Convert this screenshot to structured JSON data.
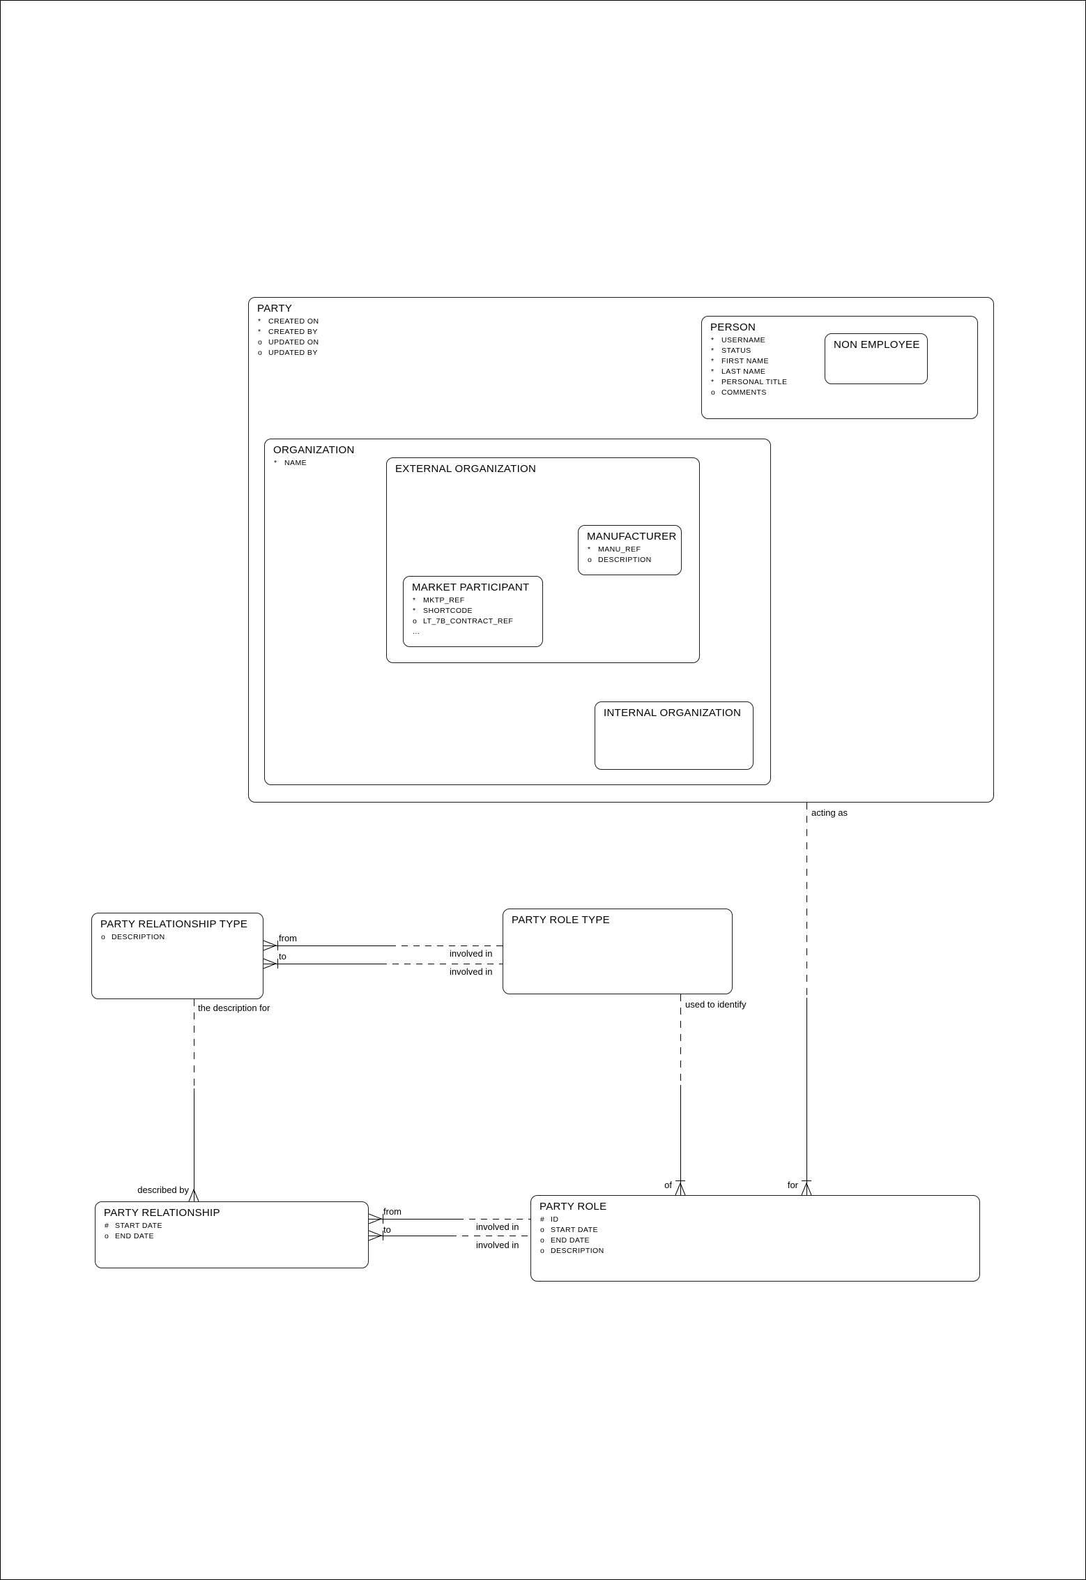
{
  "diagram": {
    "title": "Party entity relationship diagram",
    "colors": {
      "line": "#000000",
      "background": "#ffffff"
    },
    "entities": {
      "party": {
        "title": "PARTY",
        "attributes": [
          {
            "m": "*",
            "n": "CREATED ON"
          },
          {
            "m": "*",
            "n": "CREATED BY"
          },
          {
            "m": "o",
            "n": "UPDATED ON"
          },
          {
            "m": "o",
            "n": "UPDATED BY"
          }
        ]
      },
      "person": {
        "title": "PERSON",
        "attributes": [
          {
            "m": "*",
            "n": "USERNAME"
          },
          {
            "m": "*",
            "n": "STATUS"
          },
          {
            "m": "*",
            "n": "FIRST NAME"
          },
          {
            "m": "*",
            "n": "LAST NAME"
          },
          {
            "m": "*",
            "n": "PERSONAL TITLE"
          },
          {
            "m": "o",
            "n": "COMMENTS"
          }
        ]
      },
      "non_employee": {
        "title": "NON EMPLOYEE",
        "attributes": []
      },
      "organization": {
        "title": "ORGANIZATION",
        "attributes": [
          {
            "m": "*",
            "n": "NAME"
          }
        ]
      },
      "external_organization": {
        "title": "EXTERNAL ORGANIZATION",
        "attributes": []
      },
      "manufacturer": {
        "title": "MANUFACTURER",
        "attributes": [
          {
            "m": "*",
            "n": "MANU_REF"
          },
          {
            "m": "o",
            "n": "DESCRIPTION"
          }
        ]
      },
      "market_participant": {
        "title": "MARKET PARTICIPANT",
        "attributes": [
          {
            "m": "*",
            "n": "MKTP_REF"
          },
          {
            "m": "*",
            "n": "SHORTCODE"
          },
          {
            "m": "o",
            "n": "LT_7B_CONTRACT_REF"
          },
          {
            "m": "...",
            "n": ""
          }
        ]
      },
      "internal_organization": {
        "title": "INTERNAL ORGANIZATION",
        "attributes": []
      },
      "party_relationship_type": {
        "title": "PARTY RELATIONSHIP TYPE",
        "attributes": [
          {
            "m": "o",
            "n": "DESCRIPTION"
          }
        ]
      },
      "party_role_type": {
        "title": "PARTY ROLE TYPE",
        "attributes": []
      },
      "party_relationship": {
        "title": "PARTY RELATIONSHIP",
        "attributes": [
          {
            "m": "#",
            "n": "START DATE"
          },
          {
            "m": "o",
            "n": "END DATE"
          }
        ]
      },
      "party_role": {
        "title": "PARTY ROLE",
        "attributes": [
          {
            "m": "#",
            "n": "ID"
          },
          {
            "m": "o",
            "n": "START DATE"
          },
          {
            "m": "o",
            "n": "END DATE"
          },
          {
            "m": "o",
            "n": "DESCRIPTION"
          }
        ]
      }
    },
    "relationships": {
      "type_from": {
        "near": "from",
        "far": "involved in"
      },
      "type_to": {
        "near": "to",
        "far": "involved in"
      },
      "rel_from": {
        "near": "from",
        "far": "involved in"
      },
      "rel_to": {
        "near": "to",
        "far": "involved in"
      },
      "described": {
        "near": "the description for",
        "far": "described by"
      },
      "identify": {
        "near": "used to identify",
        "far": "of"
      },
      "acting": {
        "near": "acting as",
        "far": "for"
      }
    }
  }
}
